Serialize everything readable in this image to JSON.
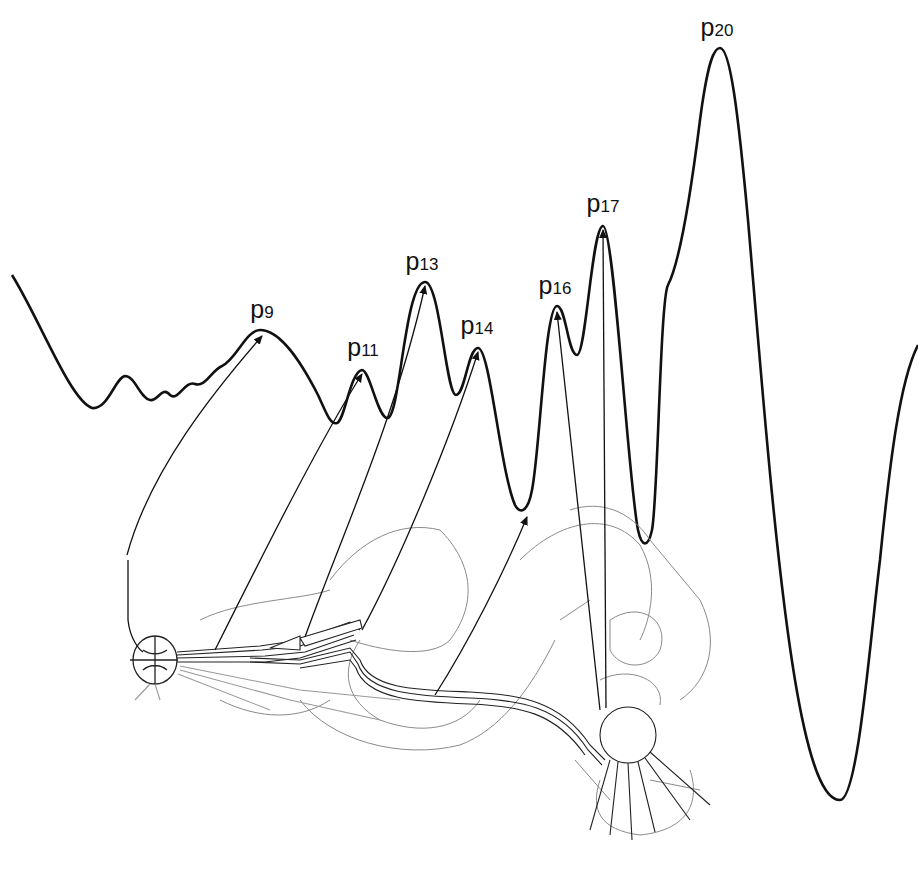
{
  "diagram": {
    "labels": [
      "p9",
      "p11",
      "p13",
      "p14",
      "p16",
      "p17",
      "p20"
    ]
  }
}
